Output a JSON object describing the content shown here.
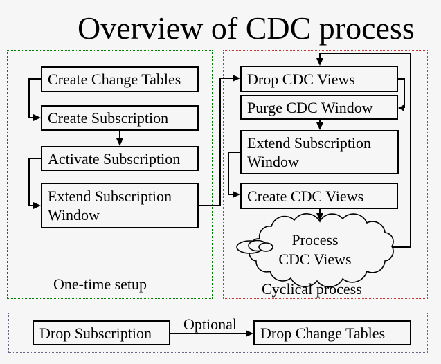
{
  "title": "Overview of CDC process",
  "colors": {
    "background": "#f6f6f6",
    "box_border": "#000000",
    "setup_border": "#008000",
    "cyclic_border": "#cc3333",
    "optional_border": "#666688"
  },
  "setup_panel": {
    "label": "One-time setup",
    "boxes": [
      {
        "label": "Create Change Tables"
      },
      {
        "label": "Create Subscription"
      },
      {
        "label": "Activate Subscription"
      },
      {
        "label": "Extend Subscription Window"
      }
    ]
  },
  "cyclic_panel": {
    "label": "Cyclical process",
    "boxes": [
      {
        "label": "Drop CDC Views"
      },
      {
        "label": "Purge CDC Window"
      },
      {
        "label": "Extend Subscription Window"
      },
      {
        "label": "Create CDC Views"
      }
    ],
    "cloud": {
      "line1": "Process",
      "line2": "CDC Views"
    }
  },
  "optional_panel": {
    "label": "Optional",
    "boxes": [
      {
        "label": "Drop Subscription"
      },
      {
        "label": "Drop Change Tables"
      }
    ]
  }
}
